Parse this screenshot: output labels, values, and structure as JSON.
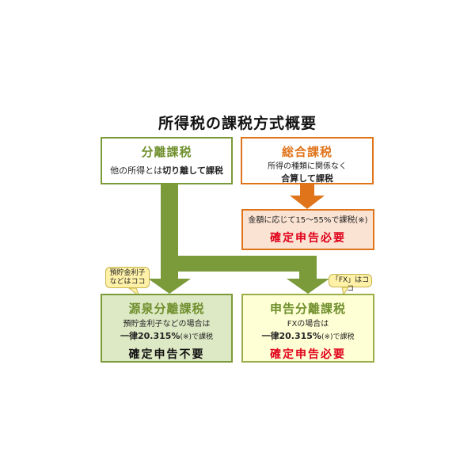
{
  "title": "所得税の課税方式概要",
  "bunri": {
    "heading": "分離課税",
    "desc_prefix": "他の所得とは",
    "desc_bold": "切り離して課税"
  },
  "sogo": {
    "heading": "総合課税",
    "line1": "所得の種類に関係なく",
    "line2": "合算して課税"
  },
  "rate_box": {
    "line1": "金額に応じて15～55%で課税(※)",
    "line2": "確定申告必要"
  },
  "gensen": {
    "heading": "源泉分離課税",
    "line1": "預貯金利子などの場合は",
    "rate_bold": "一律20.315%",
    "rate_suffix": "(※)で課税",
    "result": "確定申告不要"
  },
  "shinkoku": {
    "heading": "申告分離課税",
    "line1": "FXの場合は",
    "rate_bold": "一律20.315%",
    "rate_suffix": "(※)で課税",
    "result": "確定申告必要"
  },
  "bubble_left": {
    "line1": "預貯金利子",
    "line2": "などはココ"
  },
  "bubble_right": {
    "text": "「FX」はココ"
  },
  "colors": {
    "green": "#7b9a3a",
    "orange": "#e0741a",
    "red": "#e0001a",
    "gensen_fill": "#dde8c4",
    "shinkoku_fill": "#ffffd6",
    "rate_fill": "#fbe3d3",
    "bubble_fill": "#fff2a8"
  }
}
